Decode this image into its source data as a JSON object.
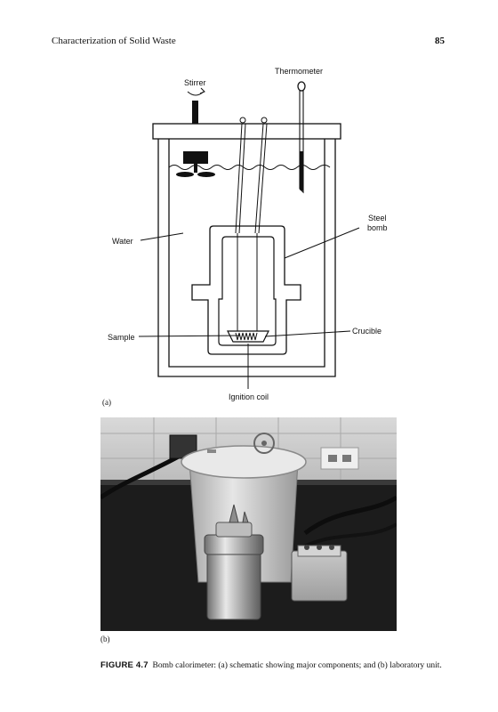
{
  "header": {
    "running_head": "Characterization of Solid Waste",
    "page_number": "85"
  },
  "figure_a": {
    "panel_label": "(a)",
    "labels": {
      "thermometer": "Thermometer",
      "stirrer": "Stirrer",
      "steel": "Steel",
      "bomb": "bomb",
      "water": "Water",
      "sample": "Sample",
      "crucible": "Crucible",
      "ignition_coil": "Ignition coil"
    }
  },
  "figure_b": {
    "panel_label": "(b)"
  },
  "caption": {
    "figure_number": "FIGURE 4.7",
    "text": "Bomb calorimeter: (a) schematic showing major components; and (b) laboratory unit."
  }
}
